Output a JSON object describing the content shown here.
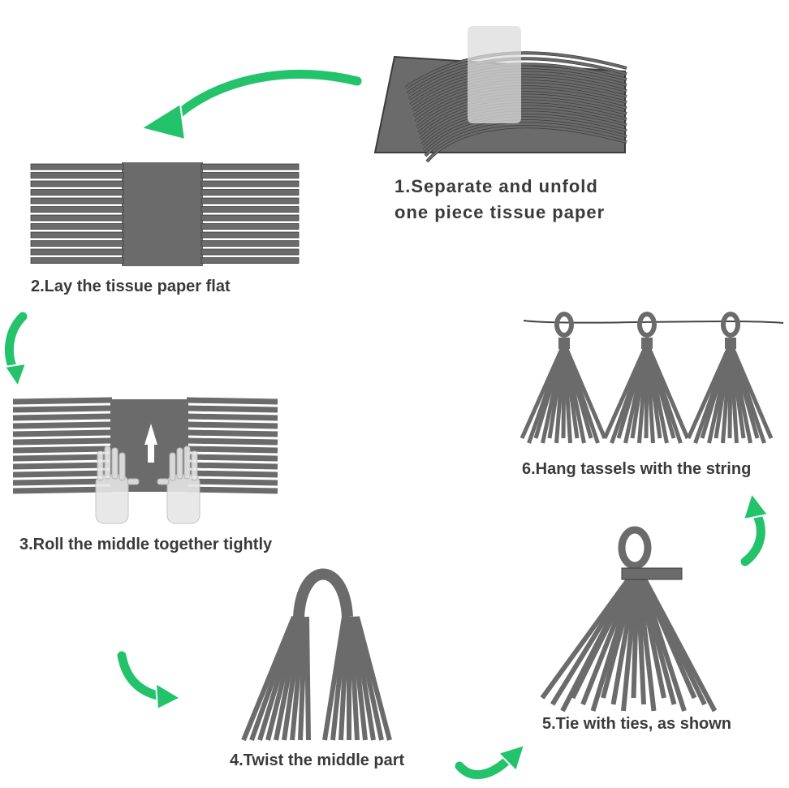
{
  "steps": [
    {
      "num": "1",
      "lines": [
        "1.Separate and unfold",
        "one piece tissue paper"
      ]
    },
    {
      "num": "2",
      "lines": [
        "2.Lay the tissue paper flat"
      ]
    },
    {
      "num": "3",
      "lines": [
        "3.Roll the middle together tightly"
      ]
    },
    {
      "num": "4",
      "lines": [
        "4.Twist the middle part"
      ]
    },
    {
      "num": "5",
      "lines": [
        "5.Tie with ties, as shown"
      ]
    },
    {
      "num": "6",
      "lines": [
        "6.Hang tassels with the string"
      ]
    }
  ],
  "colors": {
    "paper": "#6b6b6b",
    "paper_edge": "#3c3c3c",
    "arrow": "#22c36a",
    "text": "#3a3a3a",
    "background": "#ffffff"
  }
}
